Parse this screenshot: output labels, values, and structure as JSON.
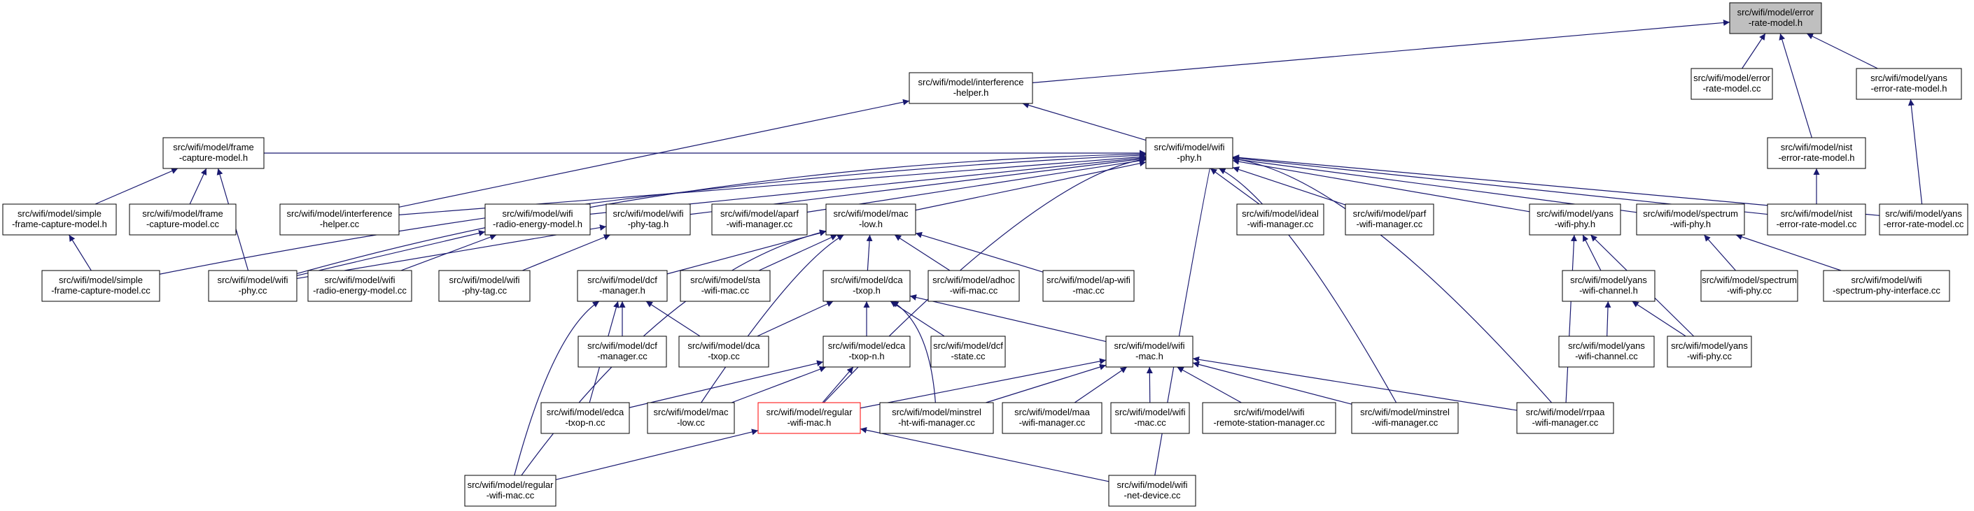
{
  "colors": {
    "edge": "#191970",
    "root_fill": "#bfbfbf",
    "highlight_border": "#ff0000",
    "border": "#000000"
  },
  "nodes": {
    "error_rate_model_h": {
      "lines": [
        "src/wifi/model/error",
        "-rate-model.h"
      ]
    },
    "interference_helper_h": {
      "lines": [
        "src/wifi/model/interference",
        "-helper.h"
      ]
    },
    "error_rate_model_cc": {
      "lines": [
        "src/wifi/model/error",
        "-rate-model.cc"
      ]
    },
    "yans_error_rate_model_h": {
      "lines": [
        "src/wifi/model/yans",
        "-error-rate-model.h"
      ]
    },
    "frame_capture_model_h": {
      "lines": [
        "src/wifi/model/frame",
        "-capture-model.h"
      ]
    },
    "wifi_phy_h": {
      "lines": [
        "src/wifi/model/wifi",
        "-phy.h"
      ]
    },
    "nist_error_rate_model_h": {
      "lines": [
        "src/wifi/model/nist",
        "-error-rate-model.h"
      ]
    },
    "simple_frame_capture_model_h": {
      "lines": [
        "src/wifi/model/simple",
        "-frame-capture-model.h"
      ]
    },
    "frame_capture_model_cc": {
      "lines": [
        "src/wifi/model/frame",
        "-capture-model.cc"
      ]
    },
    "interference_helper_cc": {
      "lines": [
        "src/wifi/model/interference",
        "-helper.cc"
      ]
    },
    "wifi_radio_energy_model_h": {
      "lines": [
        "src/wifi/model/wifi",
        "-radio-energy-model.h"
      ]
    },
    "wifi_phy_tag_h": {
      "lines": [
        "src/wifi/model/wifi",
        "-phy-tag.h"
      ]
    },
    "aparf_wifi_manager_cc": {
      "lines": [
        "src/wifi/model/aparf",
        "-wifi-manager.cc"
      ]
    },
    "mac_low_h": {
      "lines": [
        "src/wifi/model/mac",
        "-low.h"
      ]
    },
    "ideal_wifi_manager_cc": {
      "lines": [
        "src/wifi/model/ideal",
        "-wifi-manager.cc"
      ]
    },
    "parf_wifi_manager_cc": {
      "lines": [
        "src/wifi/model/parf",
        "-wifi-manager.cc"
      ]
    },
    "yans_wifi_phy_h": {
      "lines": [
        "src/wifi/model/yans",
        "-wifi-phy.h"
      ]
    },
    "spectrum_wifi_phy_h": {
      "lines": [
        "src/wifi/model/spectrum",
        "-wifi-phy.h"
      ]
    },
    "nist_error_rate_model_cc": {
      "lines": [
        "src/wifi/model/nist",
        "-error-rate-model.cc"
      ]
    },
    "yans_error_rate_model_cc": {
      "lines": [
        "src/wifi/model/yans",
        "-error-rate-model.cc"
      ]
    },
    "simple_frame_capture_model_cc": {
      "lines": [
        "src/wifi/model/simple",
        "-frame-capture-model.cc"
      ]
    },
    "wifi_phy_cc": {
      "lines": [
        "src/wifi/model/wifi",
        "-phy.cc"
      ]
    },
    "wifi_radio_energy_model_cc": {
      "lines": [
        "src/wifi/model/wifi",
        "-radio-energy-model.cc"
      ]
    },
    "wifi_phy_tag_cc": {
      "lines": [
        "src/wifi/model/wifi",
        "-phy-tag.cc"
      ]
    },
    "dcf_manager_h": {
      "lines": [
        "src/wifi/model/dcf",
        "-manager.h"
      ]
    },
    "sta_wifi_mac_cc": {
      "lines": [
        "src/wifi/model/sta",
        "-wifi-mac.cc"
      ]
    },
    "dca_txop_h": {
      "lines": [
        "src/wifi/model/dca",
        "-txop.h"
      ]
    },
    "adhoc_wifi_mac_cc": {
      "lines": [
        "src/wifi/model/adhoc",
        "-wifi-mac.cc"
      ]
    },
    "ap_wifi_mac_cc": {
      "lines": [
        "src/wifi/model/ap-wifi",
        "-mac.cc"
      ]
    },
    "yans_wifi_channel_h": {
      "lines": [
        "src/wifi/model/yans",
        "-wifi-channel.h"
      ]
    },
    "spectrum_wifi_phy_cc": {
      "lines": [
        "src/wifi/model/spectrum",
        "-wifi-phy.cc"
      ]
    },
    "wifi_spectrum_phy_interface_cc": {
      "lines": [
        "src/wifi/model/wifi",
        "-spectrum-phy-interface.cc"
      ]
    },
    "dcf_manager_cc": {
      "lines": [
        "src/wifi/model/dcf",
        "-manager.cc"
      ]
    },
    "dca_txop_cc": {
      "lines": [
        "src/wifi/model/dca",
        "-txop.cc"
      ]
    },
    "edca_txop_n_h": {
      "lines": [
        "src/wifi/model/edca",
        "-txop-n.h"
      ]
    },
    "dcf_state_cc": {
      "lines": [
        "src/wifi/model/dcf",
        "-state.cc"
      ]
    },
    "wifi_mac_h": {
      "lines": [
        "src/wifi/model/wifi",
        "-mac.h"
      ]
    },
    "yans_wifi_channel_cc": {
      "lines": [
        "src/wifi/model/yans",
        "-wifi-channel.cc"
      ]
    },
    "yans_wifi_phy_cc": {
      "lines": [
        "src/wifi/model/yans",
        "-wifi-phy.cc"
      ]
    },
    "edca_txop_n_cc": {
      "lines": [
        "src/wifi/model/edca",
        "-txop-n.cc"
      ]
    },
    "mac_low_cc": {
      "lines": [
        "src/wifi/model/mac",
        "-low.cc"
      ]
    },
    "regular_wifi_mac_h": {
      "lines": [
        "src/wifi/model/regular",
        "-wifi-mac.h"
      ]
    },
    "minstrel_ht_wifi_manager_cc": {
      "lines": [
        "src/wifi/model/minstrel",
        "-ht-wifi-manager.cc"
      ]
    },
    "maa_wifi_manager_cc": {
      "lines": [
        "src/wifi/model/maa",
        "-wifi-manager.cc"
      ]
    },
    "wifi_mac_cc": {
      "lines": [
        "src/wifi/model/wifi",
        "-mac.cc"
      ]
    },
    "wifi_remote_station_manager_cc": {
      "lines": [
        "src/wifi/model/wifi",
        "-remote-station-manager.cc"
      ]
    },
    "minstrel_wifi_manager_cc": {
      "lines": [
        "src/wifi/model/minstrel",
        "-wifi-manager.cc"
      ]
    },
    "rrpaa_wifi_manager_cc": {
      "lines": [
        "src/wifi/model/rrpaa",
        "-wifi-manager.cc"
      ]
    },
    "regular_wifi_mac_cc": {
      "lines": [
        "src/wifi/model/regular",
        "-wifi-mac.cc"
      ]
    },
    "wifi_net_device_cc": {
      "lines": [
        "src/wifi/model/wifi",
        "-net-device.cc"
      ]
    }
  }
}
